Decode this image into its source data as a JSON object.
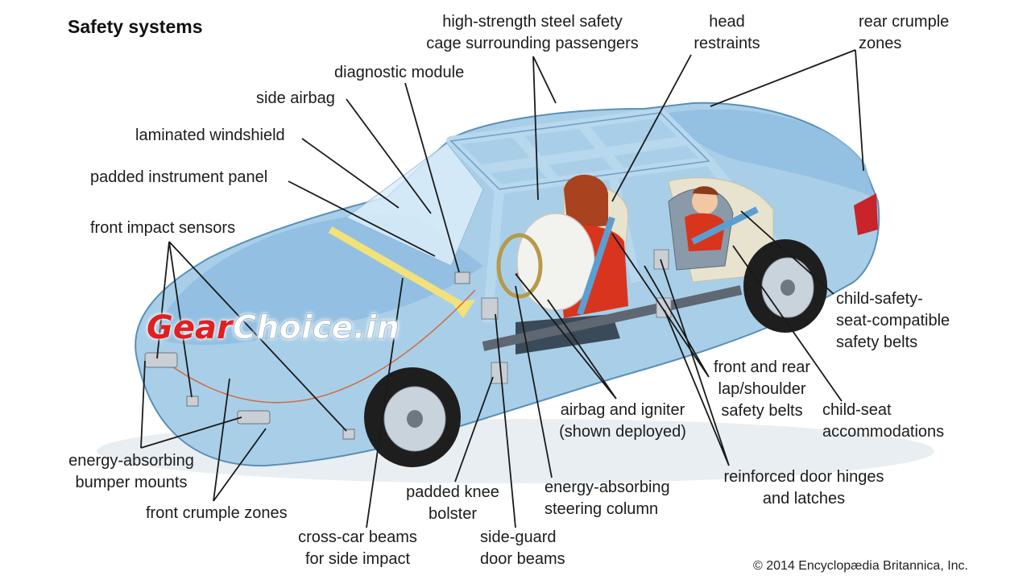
{
  "title": "Safety systems",
  "credit": "© 2014 Encyclopædia Britannica, Inc.",
  "watermark": {
    "part1": "Gear",
    "part2": "Choice.in"
  },
  "labels": {
    "cage_1": "high-strength steel safety",
    "cage_2": "cage surrounding passengers",
    "head_1": "head",
    "head_2": "restraints",
    "rear_crumple_1": "rear crumple",
    "rear_crumple_2": "zones",
    "diagnostic": "diagnostic module",
    "side_airbag": "side airbag",
    "windshield": "laminated windshield",
    "instrument": "padded instrument panel",
    "front_sensors": "front impact sensors",
    "child_belts_1": "child-safety-",
    "child_belts_2": "seat-compatible",
    "child_belts_3": "safety belts",
    "lap_belts_1": "front and rear",
    "lap_belts_2": "lap/shoulder",
    "lap_belts_3": "safety belts",
    "child_seat_1": "child-seat",
    "child_seat_2": "accommodations",
    "airbag_igniter_1": "airbag and igniter",
    "airbag_igniter_2": "(shown deployed)",
    "bumper_1": "energy-absorbing",
    "bumper_2": "bumper mounts",
    "front_crumple": "front crumple zones",
    "knee_1": "padded knee",
    "knee_2": "bolster",
    "steering_1": "energy-absorbing",
    "steering_2": "steering column",
    "hinges_1": "reinforced door hinges",
    "hinges_2": "and latches",
    "crosscar_1": "cross-car beams",
    "crosscar_2": "for side impact",
    "sideguard_1": "side-guard",
    "sideguard_2": "door beams"
  },
  "colors": {
    "body": "#a9cfe8",
    "body_dark": "#7fb1d6",
    "outline": "#5a8fb8",
    "leader": "#1a1a1a",
    "airbag": "#f2f2ee",
    "driver_shirt": "#d8341e",
    "tire": "#1e1e1e",
    "wheel": "#c9d3dc",
    "taillight": "#c8242a",
    "path_arrow": "#f3e27a"
  }
}
